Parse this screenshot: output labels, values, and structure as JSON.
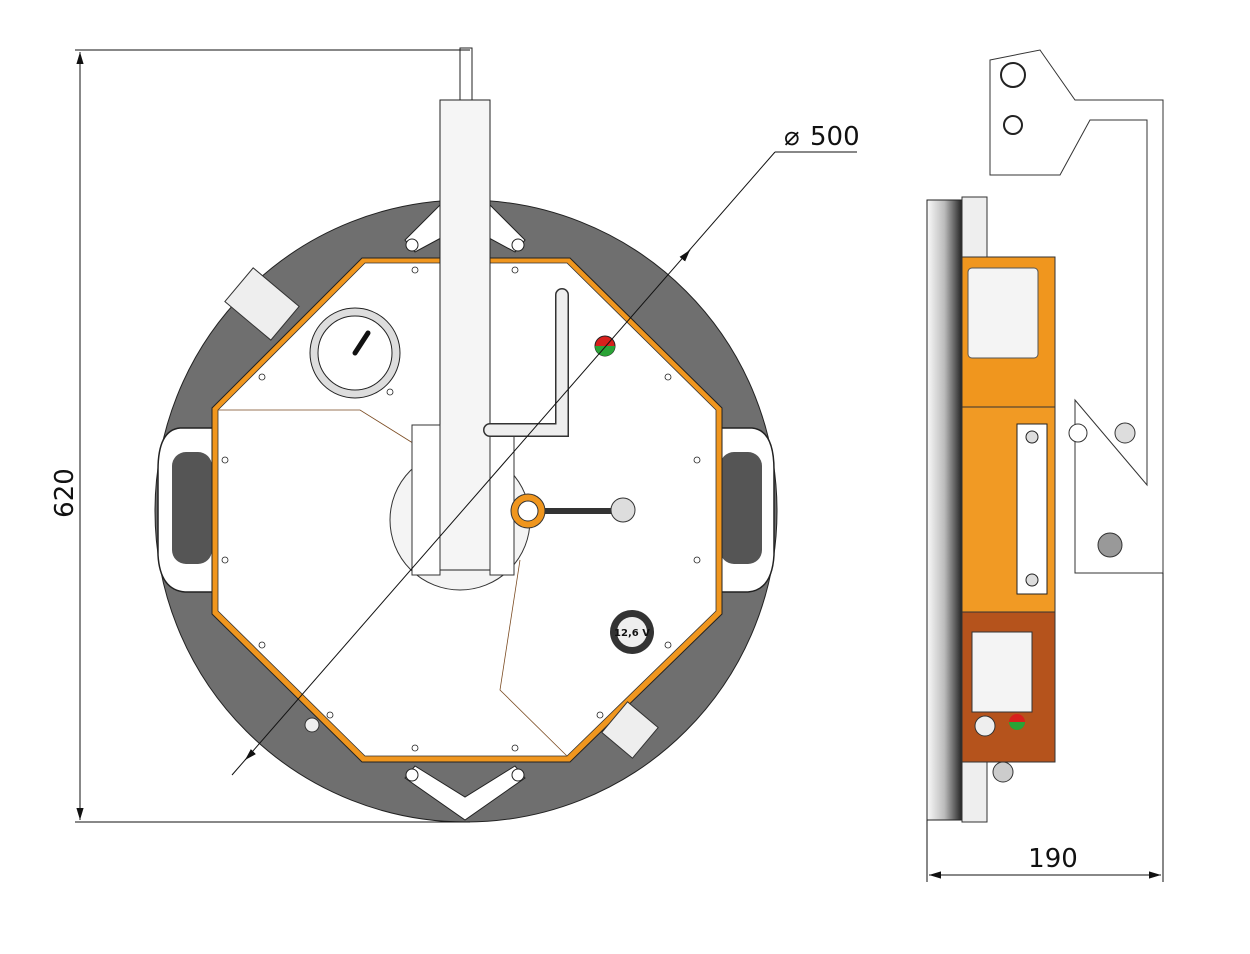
{
  "drawing": {
    "dimensions": {
      "height_label": "620",
      "diameter_label": "500",
      "diameter_symbol": "⌀",
      "depth_label": "190"
    },
    "voltmeter_label": "12,6 V",
    "colors": {
      "disc": "#6f6f6f",
      "panel_orange": "#f0961e",
      "panel_dark_orange": "#b5531c",
      "line": "#111111",
      "indicator_red": "#d8201c",
      "indicator_green": "#2aa336"
    }
  }
}
